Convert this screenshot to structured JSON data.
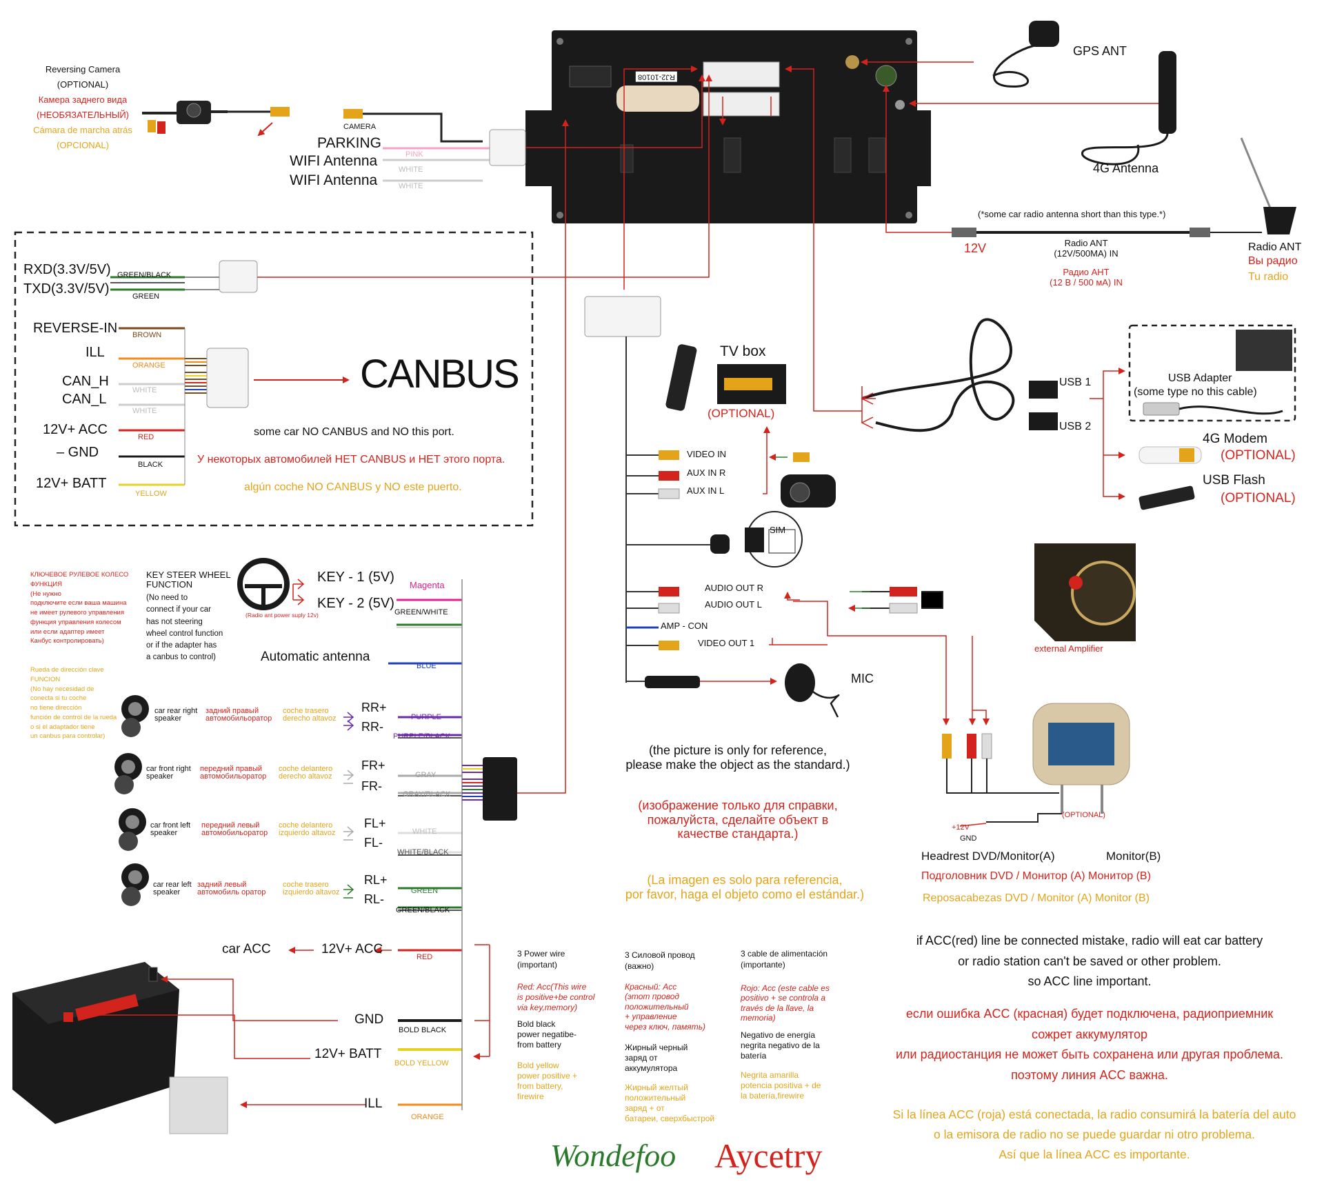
{
  "camera": {
    "title": "Reversing Camera",
    "optional": "(OPTIONAL)",
    "ru_title": "Камера заднего вида",
    "ru_optional": "(НЕОБЯЗАТЕЛЬНЫЙ)",
    "es_title": "Cámara de marcha atrás",
    "es_optional": "(OPCIONAL)",
    "connector_label": "CAMERA"
  },
  "top_wires": {
    "parking": "PARKING",
    "wifi1": "WIFI Antenna",
    "wifi2": "WIFI Antenna",
    "pink": "PINK",
    "white1": "WHITE",
    "white2": "WHITE"
  },
  "head_unit": {
    "sticker": "RJ2-10108"
  },
  "gps": "GPS ANT",
  "lte": "4G Antenna",
  "radio": {
    "note": "(*some car radio antenna short than this type.*)",
    "v12": "12V",
    "in_en": "Radio ANT\n(12V/500MA) IN",
    "in_ru": "Радио АНТ\n(12 В / 500 мА) IN",
    "ant_en": "Radio ANT",
    "ant_ru": "Вы радио",
    "ant_es": "Tu radio"
  },
  "canbus": {
    "rxd": "RXD(3.3V/5V)",
    "txd": "TXD(3.3V/5V)",
    "green_black": "GREEN/BLACK",
    "green": "GREEN",
    "reverse_in": "REVERSE-IN",
    "ill": "ILL",
    "can_h": "CAN_H",
    "can_l": "CAN_L",
    "acc": "12V+ ACC",
    "gnd": "–  GND",
    "batt": "12V+ BATT",
    "brown": "BROWN",
    "orange": "ORANGE",
    "white1": "WHITE",
    "white2": "WHITE",
    "red": "RED",
    "black": "BLACK",
    "yellow": "YELLOW",
    "title": "CANBUS",
    "note_en": "some car NO CANBUS and NO this port.",
    "note_ru": "У некоторых автомобилей НЕТ CANBUS и НЕТ этого порта.",
    "note_es": "algún coche NO CANBUS y NO este puerto."
  },
  "tvbox": {
    "title": "TV box",
    "optional": "(OPTIONAL)"
  },
  "usb": {
    "usb1": "USB 1",
    "usb2": "USB 2",
    "adapter": "USB Adapter",
    "adapter_note": "(some type no this cable)",
    "modem": "4G Modem",
    "modem_opt": "(OPTIONAL)",
    "flash": "USB Flash",
    "flash_opt": "(OPTIONAL)"
  },
  "av": {
    "video_in": "VIDEO IN",
    "aux_r": "AUX IN R",
    "aux_l": "AUX IN L",
    "sim": "SIM",
    "audio_out_r": "AUDIO OUT R",
    "audio_out_l": "AUDIO OUT L",
    "amp_con": "AMP - CON",
    "video_out": "VIDEO OUT 1",
    "mic": "MIC",
    "amplifier": "external Amplifier"
  },
  "headrest": {
    "optional": "(OPTIONAL)",
    "v12": "+12V",
    "gnd": "GND",
    "title_a": "Headrest DVD/Monitor(A)",
    "title_b": "Monitor(B)",
    "ru": "Подголовник DVD / Монитор (A) Монитор (B)",
    "es": "Reposacabezas DVD / Monitor (A) Monitor (B)"
  },
  "reference": {
    "en": "(the picture is only for reference,\nplease make the object as the standard.)",
    "ru": "(изображение только для справки,\nпожалуйста, сделайте объект в\nкачестве стандарта.)",
    "es": "(La imagen es solo para referencia,\npor favor, haga el objeto como el estándar.)"
  },
  "steer": {
    "ru_text": "КЛЮЧЕВОЕ РУЛЕВОЕ КОЛЕСО\nФУНКЦИЯ\n(Не нужно\nподключите если ваша машина\nне имеет рулевого управления\nфункция управления колесом\nили если адаптер имеет\nКанбус контролировать)",
    "es_text": "Rueda de dirección clave\nFUNCION\n(No hay necesidad de\nconecta si tu coche\nno tiene dirección\nfunción de control de la rueda\no si el adaptador tiene\nun canbus para controlar)",
    "en_title": "KEY STEER WHEEL\nFUNCTION",
    "en_text": "(No need to\nconnect if your car\nhas not steering\nwheel control function\nor if the adapter has\na canbus to control)",
    "radio_ant_note": "(Radio ant power suply 12v)",
    "key1": "KEY - 1 (5V)",
    "key2": "KEY - 2 (5V)",
    "magenta": "Magenta",
    "green_white": "GREEN/WHITE",
    "auto_ant": "Automatic antenna",
    "blue": "BLUE"
  },
  "speakers": [
    {
      "en": "car rear right\nspeaker",
      "ru": "задний правый\nавтомобильоратор",
      "es": "coche trasero\nderecho altavoz",
      "plus": "RR+",
      "minus": "RR-",
      "w1": "PURPLE",
      "w2": "PURPLE/BLACK"
    },
    {
      "en": "car front right\nspeaker",
      "ru": "передний правый\nавтомобильоратор",
      "es": "coche delantero\nderecho altavoz",
      "plus": "FR+",
      "minus": "FR-",
      "w1": "GRAY",
      "w2": "GRAY/BLACK"
    },
    {
      "en": "car front left\nspeaker",
      "ru": "передний левый\nавтомобильоратор",
      "es": "coche delantero\nizquierdo altavoz",
      "plus": "FL+",
      "minus": "FL-",
      "w1": "WHITE",
      "w2": "WHITE/BLACK"
    },
    {
      "en": "car rear left\nspeaker",
      "ru": "задний левый\nавтомобиль оратор",
      "es": "coche trasero\nizquierdo altavoz",
      "plus": "RL+",
      "minus": "RL-",
      "w1": "GREEN",
      "w2": "GREEN/BLACK"
    }
  ],
  "power": {
    "car_acc": "car ACC",
    "acc": "12V+ ACC",
    "red": "RED",
    "gnd": "GND",
    "bold_black": "BOLD BLACK",
    "batt": "12V+ BATT",
    "bold_yellow": "BOLD YELLOW",
    "ill": "ILL",
    "orange": "ORANGE"
  },
  "powernote": {
    "en_title": "3 Power wire\n(important)",
    "en_red": "Red: Acc(This wire\nis positive+be control\nvia key,memory)",
    "en_black": "Bold black\npower negatibe-\nfrom battery",
    "en_yellow": "Bold yellow\npower positive +\nfrom battery,\nfirewire",
    "ru_title": "3 Силовой провод\n(важно)",
    "ru_red": "Красный: Acc\n(этот провод\nположительный\n+ управление\nчерез ключ, память)",
    "ru_black": "Жирный черный\nзаряд от\nаккумулятора",
    "ru_yellow": "Жирный желтый\nположительный\nзаряд + от\nбатареи, сверхбыстрой",
    "es_title": "3 cable de alimentación\n(importante)",
    "es_red": "Rojo: Acc (este cable es\npositivo + se controla a\ntravés de la llave, la\nmemoria)",
    "es_black": "Negativo de energía\nnegrita negativo de la\nbatería",
    "es_yellow": "Negrita amarilla\npotencia positiva + de\nla batería,firewire"
  },
  "accnote": {
    "en": "if ACC(red) line be connected mistake, radio will eat car battery\nor radio station can't be saved or other problem.\nso ACC line important.",
    "ru": "если ошибка ACC (красная) будет подключена, радиоприемник\nсожрет аккумулятор\nили радиостанция не может быть сохранена или другая проблема.\nпоэтому линия ACC важна.",
    "es": "Si la línea ACC (roja) está conectada, la radio consumirá la batería del auto\no la emisora de radio no se puede guardar ni otro problema.\nAsí que la línea ACC es importante."
  },
  "brand": {
    "a": "Wondefoo",
    "b": "Aycetry"
  },
  "colors": {
    "red": "#d2231c",
    "yellow": "#e3a41a",
    "magenta": "#e0208c",
    "blue": "#1f3fb8",
    "purple": "#6a2aa8",
    "green": "#2b7a2b",
    "brown": "#7a4a1a",
    "orange": "#f08a1a"
  }
}
